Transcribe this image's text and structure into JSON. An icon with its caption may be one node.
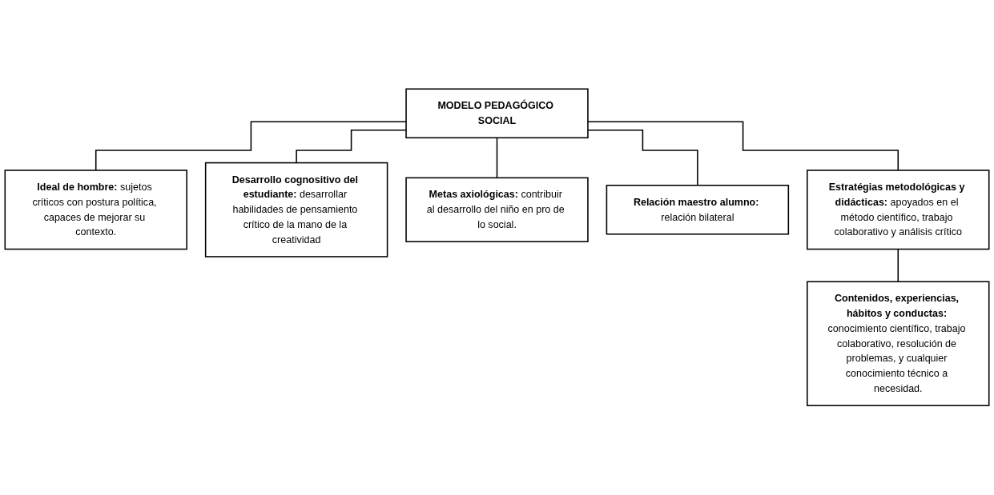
{
  "diagram": {
    "nodes": [
      {
        "text": [
          "MODELO PEDAGÓGICO SOCIAL"
        ]
      },
      {
        "text": [
          "**Ideal de hombre:** sujetos críticos con postura política, capaces de mejorar su contexto."
        ]
      },
      {
        "text": [
          "**Desarrollo cognositivo del estudiante:** desarrollar habilidades de pensamiento crítico de la mano de la creatividad"
        ]
      },
      {
        "text": [
          "**Metas axiológicas:** contribuir al desarrollo del niño en pro de lo social."
        ]
      },
      {
        "text": [
          "**Relación maestro alumno:** relación bilateral"
        ]
      },
      {
        "text": [
          "**Estratégias metodológicas y didácticas:** apoyados en el método científico, trabajo colaborativo y análisis crítico"
        ]
      },
      {
        "text": [
          "**Contenidos, experiencias, hábitos y conductas:** conocimiento científico, trabajo colaborativo, resolución de problemas, y cualquier conocimiento técnico a necesidad."
        ]
      }
    ],
    "edges": [
      {
        "from": 0,
        "to": 1,
        "arrow": "none"
      },
      {
        "from": 0,
        "to": 2,
        "arrow": "none"
      },
      {
        "from": 0,
        "to": 3,
        "arrow": "none"
      },
      {
        "from": 0,
        "to": 4,
        "arrow": "none"
      },
      {
        "from": 0,
        "to": 5,
        "arrow": "none"
      },
      {
        "from": 5,
        "to": 6,
        "arrow": "none"
      }
    ]
  }
}
